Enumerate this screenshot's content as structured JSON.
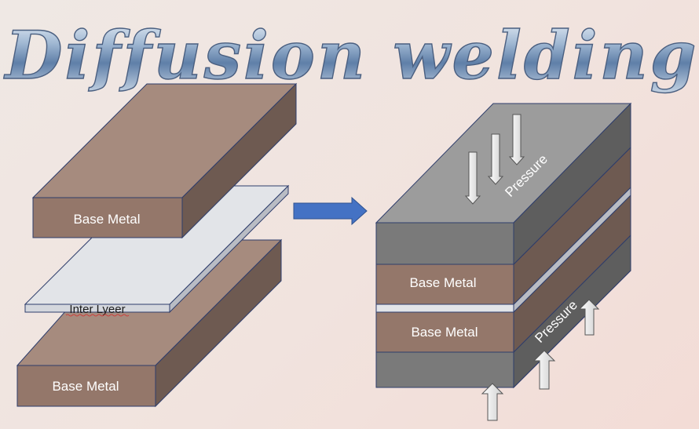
{
  "title": "Diffusion welding",
  "left_assembly": {
    "top_block_label": "Base Metal",
    "interlayer_label": "Inter Lyeer",
    "bottom_block_label": "Base Metal"
  },
  "right_assembly": {
    "upper_base_label": "Base Metal",
    "lower_base_label": "Base Metal",
    "top_pressure_label": "Pressure",
    "bottom_pressure_label": "Pressure"
  },
  "colors": {
    "base_metal_front": "#94776a",
    "base_metal_top": "#a68b7e",
    "base_metal_side": "#6e5a51",
    "interlayer": "#e2e4e8",
    "platen_top": "#9c9c9c",
    "platen_front": "#7a7a7a",
    "platen_side": "#5e5e5e",
    "process_arrow": "#4472c4",
    "outline": "#2e3d6b"
  }
}
